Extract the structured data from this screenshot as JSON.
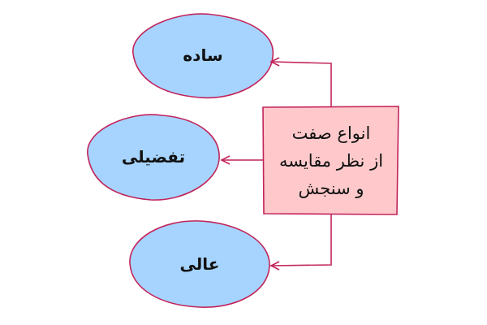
{
  "center_node": {
    "lines": [
      "انواع صفت",
      "از نظر مقایسه",
      "و سنجش"
    ],
    "fill": "#ffc9cb",
    "stroke": "#c2245a"
  },
  "nodes": [
    {
      "id": "sade",
      "label": "ساده"
    },
    {
      "id": "tafzili",
      "label": "تفضیلی"
    },
    {
      "id": "aali",
      "label": "عالی"
    }
  ],
  "colors": {
    "ellipse_fill": "#a6d4ff",
    "ellipse_stroke": "#c2245a",
    "connector": "#c2245a",
    "text": "#111111"
  }
}
